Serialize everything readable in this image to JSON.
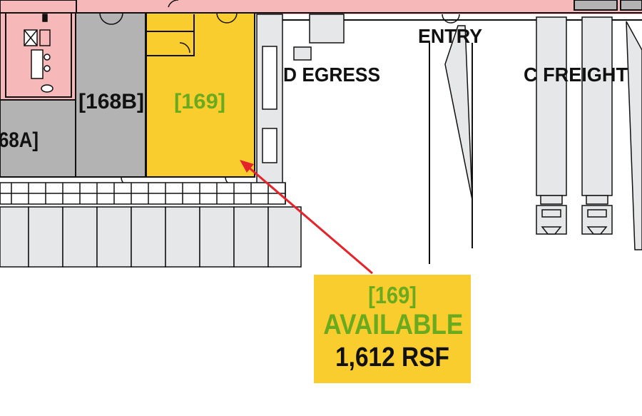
{
  "labels": {
    "unit_168a": "68A]",
    "unit_168b": "[168B]",
    "unit_169": "[169]",
    "egress": "D EGRESS",
    "entry": "ENTRY",
    "freight": "C FREIGHT"
  },
  "callout": {
    "unit": "[169]",
    "status": "AVAILABLE",
    "area": "1,612 RSF"
  },
  "colors": {
    "common_area": "#f6b8b8",
    "occupied_suite": "#b3b3b3",
    "available_suite": "#f9cd2d",
    "service_space": "#e6e7e8",
    "available_text": "#6aaa1e",
    "pointer_arrow": "#e5232b"
  }
}
